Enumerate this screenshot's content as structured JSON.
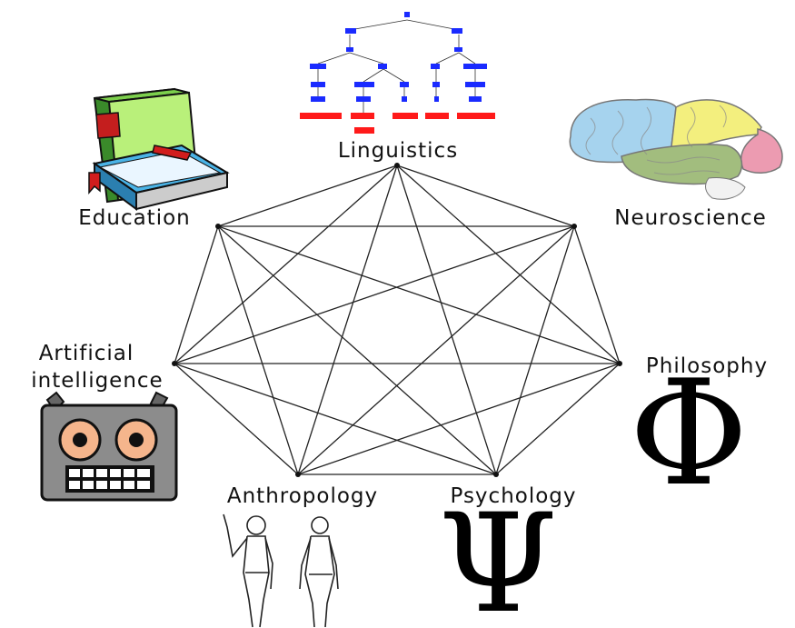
{
  "diagram": {
    "nodes": [
      {
        "id": "linguistics",
        "label": "Linguistics",
        "icon": "syntax-tree-icon"
      },
      {
        "id": "neuroscience",
        "label": "Neuroscience",
        "icon": "brain-icon"
      },
      {
        "id": "philosophy",
        "label": "Philosophy",
        "icon": "phi-symbol-icon"
      },
      {
        "id": "psychology",
        "label": "Psychology",
        "icon": "psi-symbol-icon"
      },
      {
        "id": "anthropology",
        "label": "Anthropology",
        "icon": "human-figures-icon"
      },
      {
        "id": "ai",
        "label": "Artificial intelligence",
        "label_lines": [
          "Artificial",
          "intelligence"
        ],
        "icon": "robot-icon"
      },
      {
        "id": "education",
        "label": "Education",
        "icon": "books-icon"
      }
    ],
    "edges": "complete-graph",
    "symbols": {
      "phi": "Φ",
      "psi": "Ψ"
    },
    "colors": {
      "edge": "#222222",
      "tree_nodes": "#1a2bff",
      "tree_words": "#ff1a1a"
    }
  }
}
